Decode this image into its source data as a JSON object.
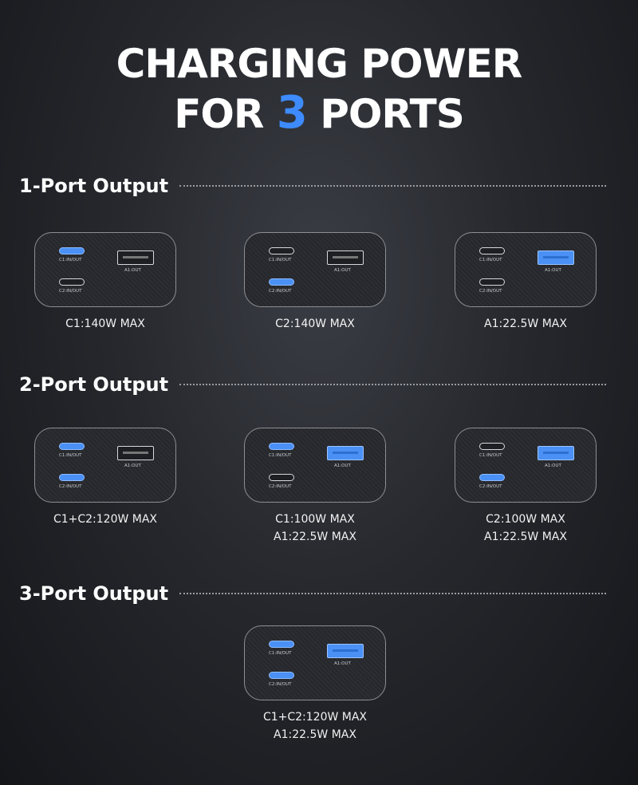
{
  "title": {
    "line1": "CHARGING POWER",
    "line2_pre": "FOR ",
    "line2_accent": "3",
    "line2_post": " PORTS"
  },
  "colors": {
    "accent": "#3d8bff",
    "port_active": "#4a90f5"
  },
  "port_labels": {
    "c1": "C1:IN/OUT",
    "c2": "C2:IN/OUT",
    "a1": "A1:OUT"
  },
  "sections": [
    {
      "label": "1-Port Output",
      "configs": [
        {
          "active": [
            "c1"
          ],
          "lines": [
            "C1:140W MAX"
          ]
        },
        {
          "active": [
            "c2"
          ],
          "lines": [
            "C2:140W MAX"
          ]
        },
        {
          "active": [
            "a1"
          ],
          "lines": [
            "A1:22.5W MAX"
          ]
        }
      ]
    },
    {
      "label": "2-Port Output",
      "configs": [
        {
          "active": [
            "c1",
            "c2"
          ],
          "lines": [
            "C1+C2:120W MAX"
          ]
        },
        {
          "active": [
            "c1",
            "a1"
          ],
          "lines": [
            "C1:100W MAX",
            "A1:22.5W MAX"
          ]
        },
        {
          "active": [
            "c2",
            "a1"
          ],
          "lines": [
            "C2:100W MAX",
            "A1:22.5W MAX"
          ]
        }
      ]
    },
    {
      "label": "3-Port Output",
      "configs": [
        {
          "active": [
            "c1",
            "c2",
            "a1"
          ],
          "lines": [
            "C1+C2:120W MAX",
            "A1:22.5W MAX"
          ]
        }
      ]
    }
  ]
}
